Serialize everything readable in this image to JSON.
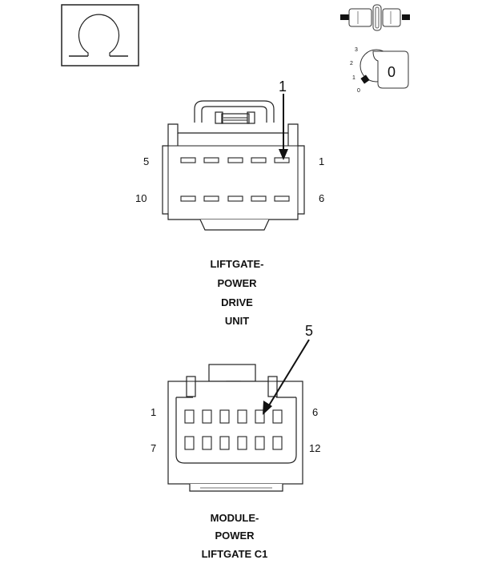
{
  "legend_symbols": {
    "omega_icon": "Ω",
    "ignition_key_positions": [
      "3",
      "2",
      "1",
      "0"
    ],
    "ignition_key_current": "0"
  },
  "connector_top": {
    "callout_number": "1",
    "pin_labels": {
      "top_left": "5",
      "top_right": "1",
      "bottom_left": "10",
      "bottom_right": "6"
    },
    "caption_lines": [
      "LIFTGATE-",
      "POWER",
      "DRIVE",
      "UNIT"
    ]
  },
  "connector_bottom": {
    "callout_number": "5",
    "pin_labels": {
      "top_left": "1",
      "top_right": "6",
      "bottom_left": "7",
      "bottom_right": "12"
    },
    "caption_lines": [
      "MODULE-",
      "POWER",
      "LIFTGATE C1"
    ]
  }
}
